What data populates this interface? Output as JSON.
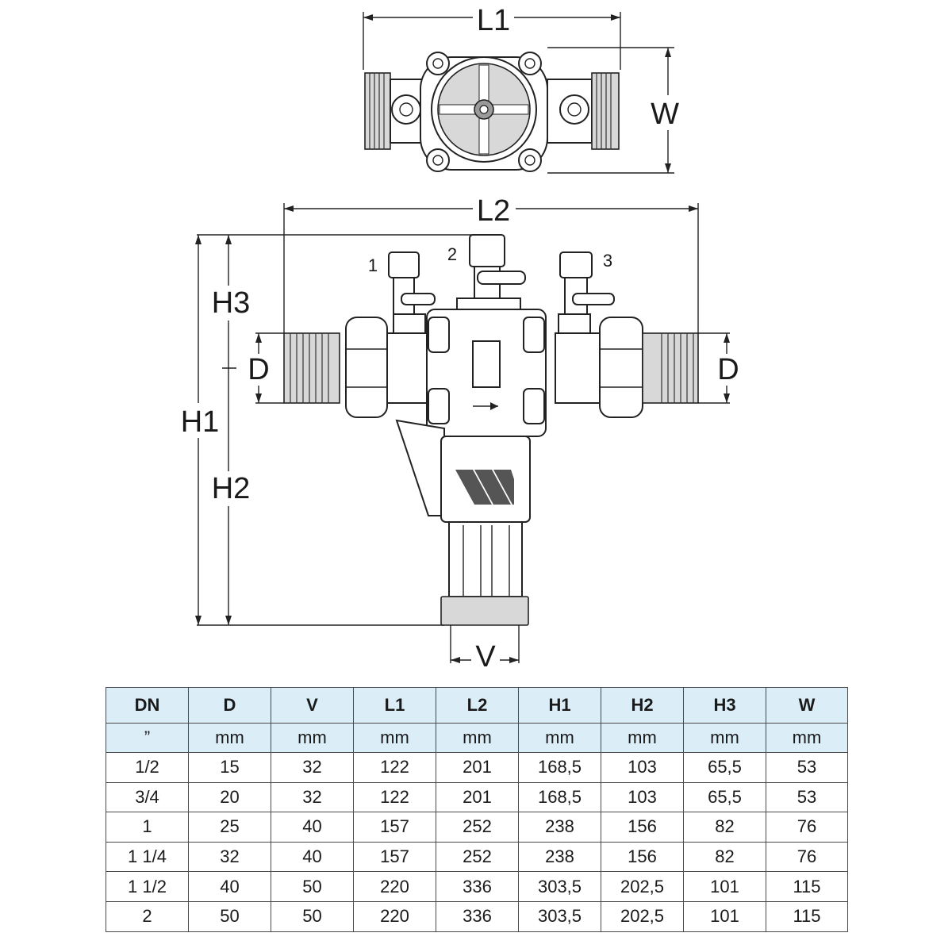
{
  "drawing": {
    "top_view": {
      "dim_labels": {
        "length": "L1",
        "width": "W"
      }
    },
    "front_view": {
      "dim_labels": {
        "length": "L2",
        "height_total": "H1",
        "height_upper": "H3",
        "height_lower": "H2",
        "pipe_left": "D",
        "pipe_right": "D",
        "bottom_width": "V"
      },
      "port_labels": [
        "1",
        "2",
        "3"
      ]
    }
  },
  "table": {
    "columns": [
      "DN",
      "D",
      "V",
      "L1",
      "L2",
      "H1",
      "H2",
      "H3",
      "W"
    ],
    "units": [
      "”",
      "mm",
      "mm",
      "mm",
      "mm",
      "mm",
      "mm",
      "mm",
      "mm"
    ],
    "rows": [
      [
        "1/2",
        "15",
        "32",
        "122",
        "201",
        "168,5",
        "103",
        "65,5",
        "53"
      ],
      [
        "3/4",
        "20",
        "32",
        "122",
        "201",
        "168,5",
        "103",
        "65,5",
        "53"
      ],
      [
        "1",
        "25",
        "40",
        "157",
        "252",
        "238",
        "156",
        "82",
        "76"
      ],
      [
        "1 1/4",
        "32",
        "40",
        "157",
        "252",
        "238",
        "156",
        "82",
        "76"
      ],
      [
        "1 1/2",
        "40",
        "50",
        "220",
        "336",
        "303,5",
        "202,5",
        "101",
        "115"
      ],
      [
        "2",
        "50",
        "50",
        "220",
        "336",
        "303,5",
        "202,5",
        "101",
        "115"
      ]
    ]
  }
}
